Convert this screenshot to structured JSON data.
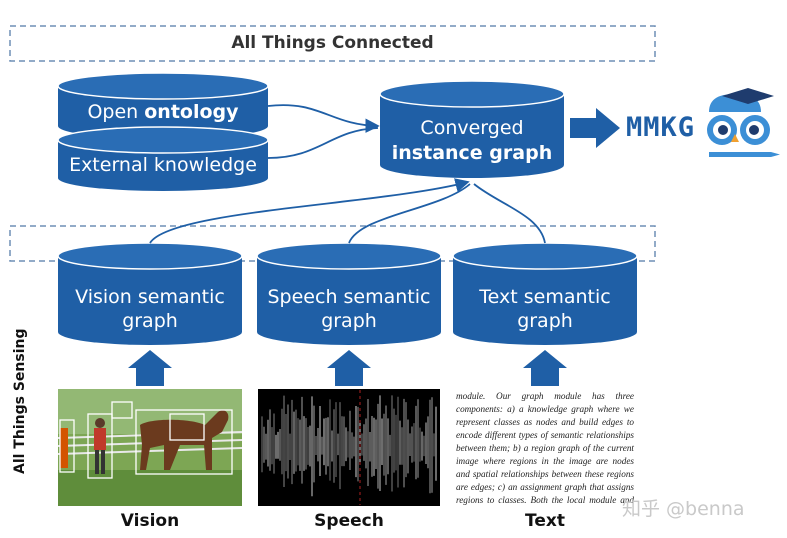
{
  "banner_top": "All Things Connected",
  "side_label": "All Things Sensing",
  "top_nodes": {
    "ontology": {
      "prefix": "Open ",
      "bold": "ontology"
    },
    "external": "External knowledge",
    "converged": {
      "line1": "Converged",
      "bold": "instance graph"
    }
  },
  "output_label": "MMKG",
  "semantic_graphs": [
    {
      "line1": "Vision semantic",
      "line2": "graph"
    },
    {
      "line1": "Speech semantic",
      "line2": "graph"
    },
    {
      "line1": "Text semantic",
      "line2": "graph"
    }
  ],
  "inputs": [
    {
      "caption": "Vision"
    },
    {
      "caption": "Speech"
    },
    {
      "caption": "Text",
      "excerpt": "module. Our graph module has three components: a) a knowledge graph where we represent classes as nodes and build edges to encode different types of semantic relationships between them; b) a region graph of the current image where regions in the image are nodes and spatial relationships between these regions are edges; c) an assignment graph that assigns regions to classes. Both the local module and the global module roll-out iteratively and cross-feed predictions to each other to refine estimates. The final ..."
    }
  ],
  "watermark": "知乎 @benna",
  "colors": {
    "cylinder": "#1f5fa6",
    "cylinder_top": "#2a6db5",
    "dashed": "#6f8fb5",
    "arrow": "#1f5fa6",
    "owl_blue": "#3c8fd6"
  }
}
